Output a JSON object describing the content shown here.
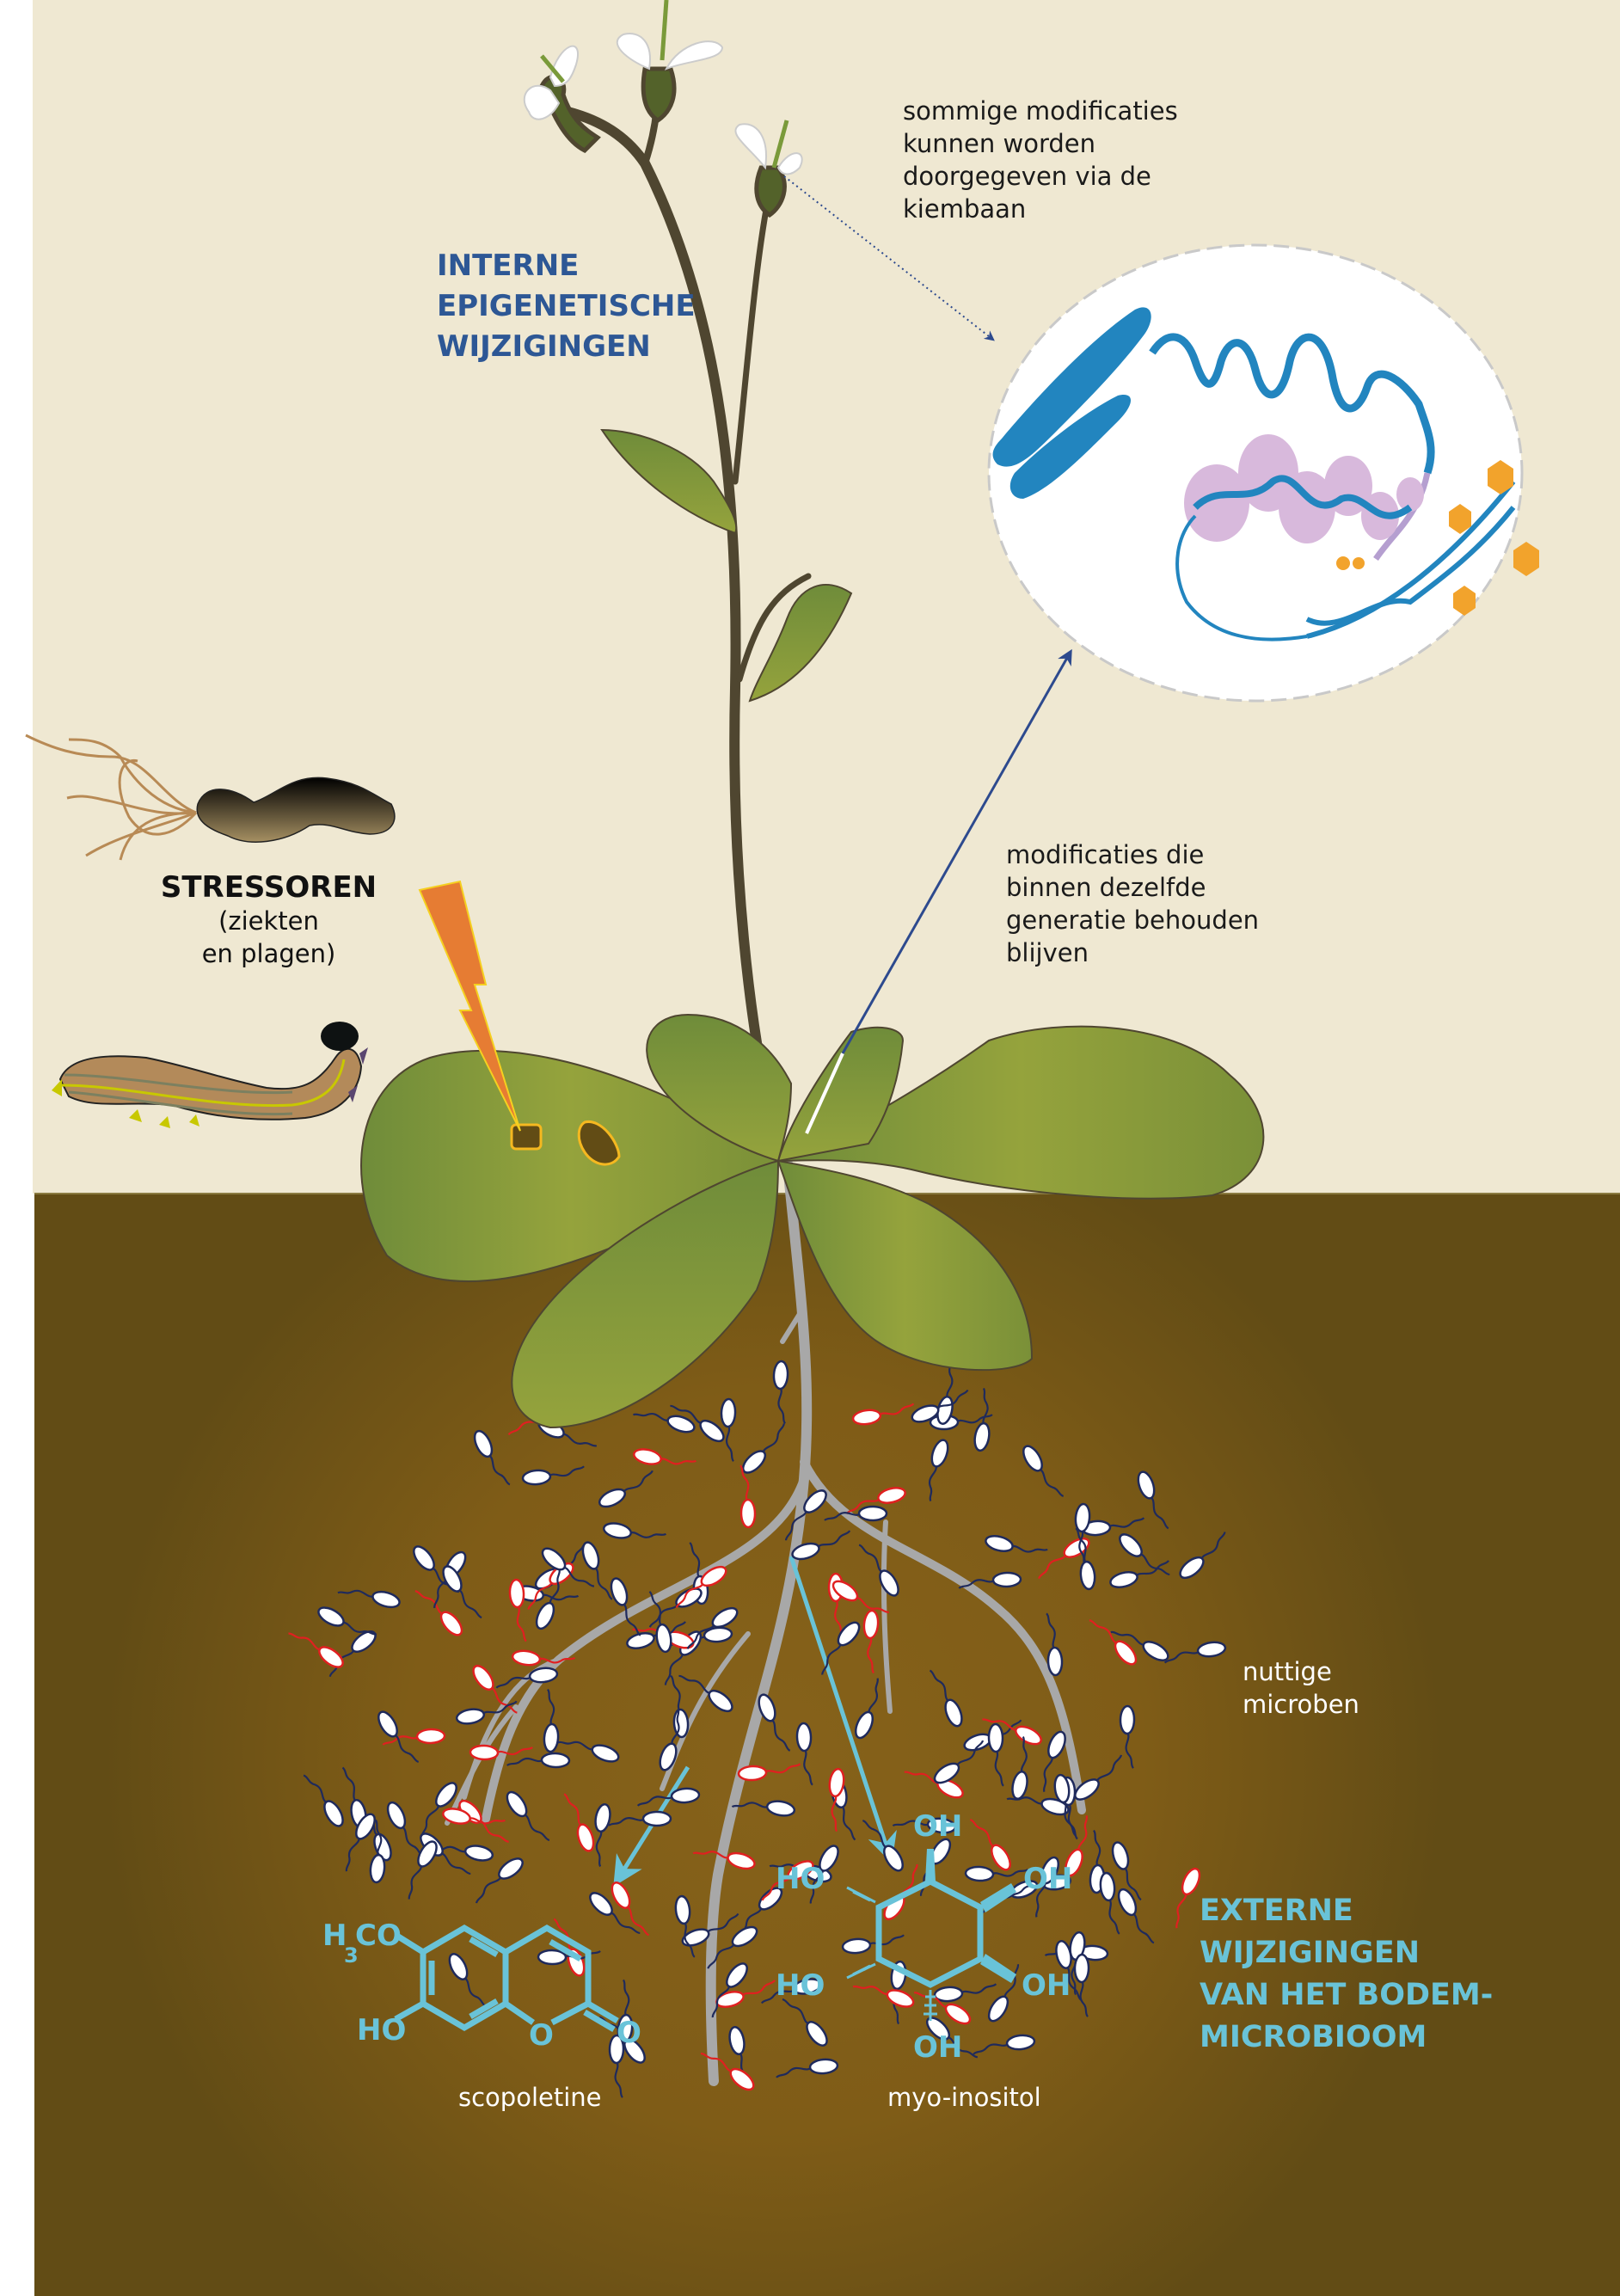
{
  "colors": {
    "sky": "#efe8d2",
    "soil": "#624c15",
    "soil_glow": "#7f5c17",
    "leaf_light": "#95a33c",
    "leaf_dark": "#6f8c3a",
    "stem": "#4f4630",
    "root": "#a8a8a8",
    "dna_blue": "#2285bf",
    "histone_pink": "#d8b9dc",
    "mark_orange": "#f2a32c",
    "lightning": "#e67c33",
    "internal_title": "#2d5795",
    "external_title": "#69c3d8",
    "arrow_blue": "#2d4a8e",
    "microbe_good": "#1f2a5c",
    "microbe_bad": "#e02020"
  },
  "labels": {
    "germline_note": [
      "sommige modificaties",
      "kunnen worden",
      "doorgegeven via de",
      "kiembaan"
    ],
    "internal_title": [
      "INTERNE",
      "EPIGENETISCHE",
      "WIJZIGINGEN"
    ],
    "same_generation_note": [
      "modificaties die",
      "binnen dezelfde",
      "generatie behouden",
      "blijven"
    ],
    "stressors_title": "STRESSOREN",
    "stressors_sub": [
      "(ziekten",
      "en plagen)"
    ],
    "microbes_note": [
      "nuttige",
      "microben"
    ],
    "external_title": [
      "EXTERNE",
      "WIJZIGINGEN",
      "VAN HET BODEM-",
      "MICROBIOOM"
    ],
    "compound_1": "scopoletine",
    "compound_2": "myo-inositol"
  },
  "chemistry": {
    "scopoletine": {
      "methoxy": "H",
      "methoxy_sub": "3",
      "methoxy_rest": "CO",
      "hydroxyl": "HO",
      "ring_oxygen": "O",
      "carbonyl_oxygen": "O"
    },
    "myo_inositol": {
      "top": "OH",
      "upper_right": "OH",
      "lower_right": "OH",
      "bottom": "OH",
      "upper_left": "HO",
      "lower_left": "HO"
    }
  },
  "icons": {
    "pathogen": "bacterium-icon",
    "pest": "caterpillar-icon",
    "stress": "lightning-icon",
    "chromatin": "chromosome-dna-icon"
  }
}
